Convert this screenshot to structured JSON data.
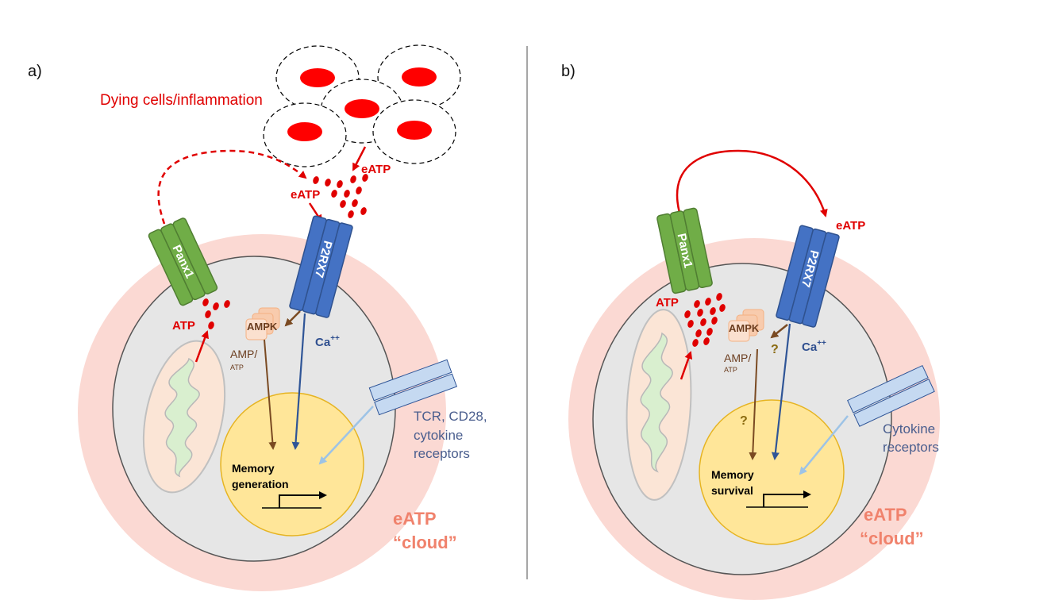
{
  "panel_a": {
    "label": "a)",
    "dying_cells_label": "Dying cells/inflammation",
    "eatp_label_1": "eATP",
    "eatp_label_2": "eATP",
    "panx_label": "Panx1",
    "p2rx_label": "P2RX7",
    "atp_label": "ATP",
    "ampk_label": "AMPK",
    "amp_label": "AMP/",
    "amp_sub": "ATP",
    "ca_label": "Ca",
    "ca_sup": "++",
    "receptors_lines": [
      "TCR, CD28,",
      "cytokine",
      "receptors"
    ],
    "memory_lines": [
      "Memory",
      "generation"
    ],
    "cloud_lines": [
      "eATP",
      "“cloud”"
    ]
  },
  "panel_b": {
    "label": "b)",
    "eatp_label": "eATP",
    "panx_label": "Panx1",
    "p2rx_label": "P2RX7",
    "atp_label": "ATP",
    "ampk_label": "AMPK",
    "amp_label": "AMP/",
    "amp_sub": "ATP",
    "q1": "?",
    "q2": "?",
    "ca_label": "Ca",
    "ca_sup": "++",
    "receptors_lines": [
      "Cytokine",
      "receptors"
    ],
    "memory_lines": [
      "Memory",
      "survival"
    ],
    "cloud_lines": [
      "eATP",
      "“cloud”"
    ]
  },
  "colors": {
    "cloud": "#fbd9d3",
    "cell": "#e6e6e6",
    "nucleus": "#ffe699",
    "panx": "#70ad47",
    "p2rx": "#4472c4",
    "receptor": "#c5d9f1",
    "red": "#e00000",
    "brown": "#7a4a22"
  }
}
